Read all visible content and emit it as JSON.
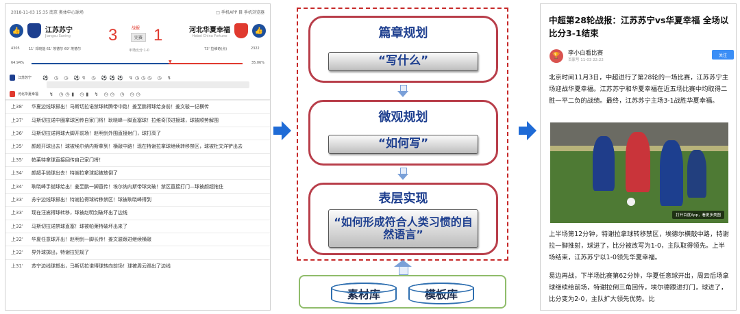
{
  "left_panel": {
    "topbar_left": "2018-11-03 15:35  南京 奥体中心球场",
    "topbar_right": "□ 手机APP  目 手机浏览器",
    "home": {
      "name": "江苏苏宁",
      "sub": "Jiangsu Suning",
      "score": "3",
      "stat_left": "4305",
      "stat_mid": "11' 邓晓能  61' 埃德尔  69' 埃德尔",
      "badge_color": "#1d3f8f"
    },
    "away": {
      "name": "河北华夏幸福",
      "sub": "Hebei China Fortune",
      "score": "1",
      "stat_right": "2322",
      "stat_mid": "73' 拉维奇(点)",
      "badge_color": "#e03a2f"
    },
    "status_small": "战报",
    "status": "完赛",
    "halftime": "半场比分:1-0",
    "possession_left": "64.94%",
    "possession_right": "35.06%",
    "possession_home_pct": 64.94,
    "timeline_home": "江苏苏宁",
    "timeline_away": "河北华夏幸福",
    "events": [
      {
        "minute": "上38'",
        "text": "华夏边线球掷出！马斯切拉诺禁球转腾带中路！姜至鹏得球给身前！姜文骏一记横传"
      },
      {
        "minute": "上37'",
        "text": "马斯切拉诺中圈拿球回传自家门将！耿晓峰一脚直塞球！拉维奇顶进接球，球被顺势解围"
      },
      {
        "minute": "上36'",
        "text": "马斯切拉诺得球大脚开前场！赵明剑外围直接射门，球打高了"
      },
      {
        "minute": "上35'",
        "text": "颜超开球出去！球被埃尔纳内斯拿到！横敲中路！现在特谢拉拿球继续转移禁区，球被杜文洋铲出去"
      },
      {
        "minute": "上35'",
        "text": "帕莱特拿球直接回传自己家门将！"
      },
      {
        "minute": "上34'",
        "text": "颜超手抛球出去！特谢拉拿球起被放倒了"
      },
      {
        "minute": "上34'",
        "text": "耿晓峰手抛球给出！姜至鹏一脚直传！埃尔纳内斯带球突破！禁区直接打门—球被颜超拖住"
      },
      {
        "minute": "上33'",
        "text": "苏宁边线球掷出！特谢拉得球转移禁区！球被耿晓峰得到"
      },
      {
        "minute": "上33'",
        "text": "现在汪嵩得球转移，球被赵明剑破坏出了边线"
      },
      {
        "minute": "上32'",
        "text": "马斯切拉诺禁球直塞！球被帕莱特破坏出来了"
      },
      {
        "minute": "上32'",
        "text": "华夏任意球开出！赵明剑一脚长传！姜文骏跟进继续横敲"
      },
      {
        "minute": "上32'",
        "text": "界外球掷出，特谢拉犯规了"
      },
      {
        "minute": "上31'",
        "text": "苏宁边线球掷出，马斯切拉诺得球转向前场！球被周云踢出了边线"
      }
    ]
  },
  "center": {
    "stages": [
      {
        "title": "篇章规划",
        "box": "“写什么”"
      },
      {
        "title": "微观规划",
        "box": "“如何写”"
      },
      {
        "title": "表层实现",
        "box": "“如何形成符合人类习惯的自然语言”"
      }
    ],
    "resources": [
      "素材库",
      "模板库"
    ],
    "accent_color": "#c62828",
    "arrow_color": "#1f6bd6"
  },
  "right_panel": {
    "title": "中超第28轮战报：江苏苏宁vs华夏幸福 全场以比分3-1结束",
    "author": "李小白看比赛",
    "meta": "百家号  11-03 22:22",
    "follow": "关注",
    "para1": "北京时间11月3日，中超进行了第28轮的一场比赛，江苏苏宁主场迎战华夏幸福。江苏苏宁和华夏幸福在近五场比赛中均取得二胜一平二负的战绩。最终，江苏苏宁主场3-1战胜华夏幸福。",
    "photo_cta": "打开百度App，看更多美图",
    "para2": "上半场第12分钟，特谢拉拿球转移禁区，埃德尔横敲中路，特谢拉一脚推射，球进了，比分被改写为1-0，主队取得领先。上半场结束，江苏苏宁以1-0领先华夏幸福。",
    "para3": "易边再战，下半场比赛第62分钟，华夏任意球开出，周云后场拿球继续给前场，特谢拉倒三角回传，埃尔德跟进打门，球进了，比分变为2-0，主队扩大领先优势。比"
  }
}
